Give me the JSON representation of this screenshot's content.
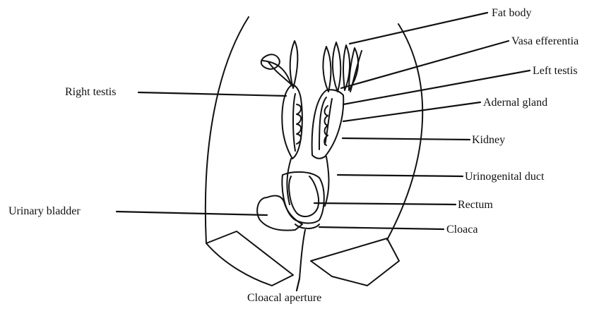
{
  "labels": {
    "fat_body": "Fat body",
    "vasa_efferentia": "Vasa efferentia",
    "left_testis": "Left testis",
    "adrenal_gland": "Adernal gland",
    "kidney": "Kidney",
    "urinogenital_duct": "Urinogenital duct",
    "rectum": "Rectum",
    "cloaca": "Cloaca",
    "right_testis": "Right testis",
    "urinary_bladder": "Urinary bladder",
    "cloacal_aperture": "Cloacal aperture"
  },
  "colors": {
    "ink": "#111111",
    "paper": "#ffffff"
  }
}
